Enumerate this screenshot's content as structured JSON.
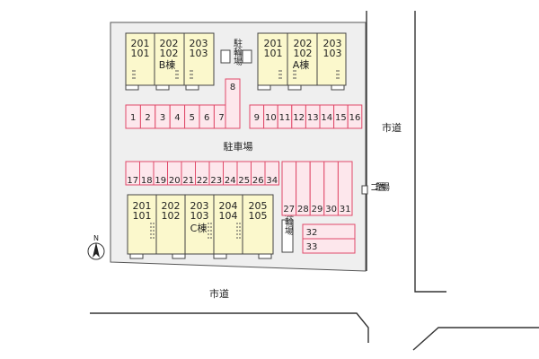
{
  "labels": {
    "road_right": "市道",
    "road_bottom": "市道",
    "parking_area": "駐車場",
    "garbage": "ゴミ置場",
    "bike_parking_top": "駐輪場",
    "bike_parking_bottom": "駐輪場",
    "north": "N"
  },
  "buildings": {
    "B": {
      "name": "B棟",
      "rooms": [
        {
          "upper": "201",
          "lower": "101"
        },
        {
          "upper": "202",
          "lower": "102"
        },
        {
          "upper": "203",
          "lower": "103"
        }
      ]
    },
    "A": {
      "name": "A棟",
      "rooms": [
        {
          "upper": "201",
          "lower": "101"
        },
        {
          "upper": "202",
          "lower": "102"
        },
        {
          "upper": "203",
          "lower": "103"
        }
      ]
    },
    "C": {
      "name": "C棟",
      "rooms": [
        {
          "upper": "201",
          "lower": "101"
        },
        {
          "upper": "202",
          "lower": "102"
        },
        {
          "upper": "203",
          "lower": "103"
        },
        {
          "upper": "204",
          "lower": "104"
        },
        {
          "upper": "205",
          "lower": "105"
        }
      ]
    }
  },
  "parking": {
    "top_left_row": [
      "1",
      "2",
      "3",
      "4",
      "5",
      "6",
      "7"
    ],
    "top_tall": "8",
    "top_right_row": [
      "9",
      "10",
      "11",
      "12",
      "13",
      "14",
      "15",
      "16"
    ],
    "middle_row": [
      "17",
      "18",
      "19",
      "20",
      "21",
      "22",
      "23",
      "24",
      "25",
      "26",
      "34"
    ],
    "vertical_row": [
      "27",
      "28",
      "29",
      "30",
      "31"
    ],
    "horizontal": [
      "32",
      "33"
    ]
  },
  "colors": {
    "building_fill": "#fbf8cc",
    "parking_stroke": "#e04a6a",
    "parking_fill": "#fde7ec",
    "lot_fill": "#efefef"
  }
}
